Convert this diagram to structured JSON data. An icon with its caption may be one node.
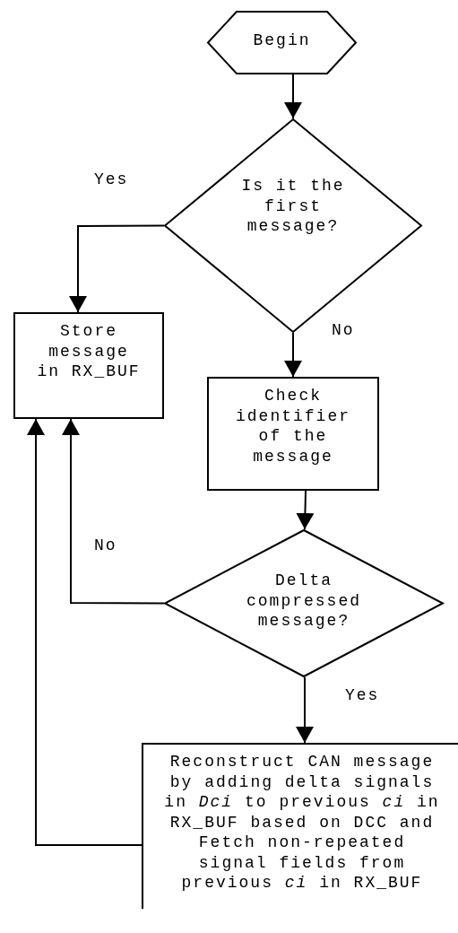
{
  "diagram": {
    "nodes": [
      {
        "text": [
          "Begin"
        ]
      },
      {
        "text": [
          "Is it the first message?"
        ]
      },
      {
        "text": [
          "Store message in RX_BUF"
        ]
      },
      {
        "text": [
          "Check identifier of the message"
        ]
      },
      {
        "text": [
          "Delta compressed message?"
        ]
      },
      {
        "text": [
          "Reconstruct CAN message by adding delta signals in *Dci* to previous *ci* in RX_BUF based on DCC and Fetch non-repeated signal fields from previous *ci* in RX_BUF"
        ]
      }
    ],
    "edges": [
      {
        "from": 0,
        "to": 1,
        "arrow": "to"
      },
      {
        "from": 1,
        "to": 2,
        "arrow": "to",
        "label": "Yes"
      },
      {
        "from": 1,
        "to": 3,
        "arrow": "to",
        "label": "No"
      },
      {
        "from": 3,
        "to": 4,
        "arrow": "to"
      },
      {
        "from": 4,
        "to": 2,
        "arrow": "to",
        "label": "No"
      },
      {
        "from": 4,
        "to": 5,
        "arrow": "to",
        "label": "Yes"
      },
      {
        "from": 5,
        "to": 2,
        "arrow": "to"
      }
    ]
  }
}
